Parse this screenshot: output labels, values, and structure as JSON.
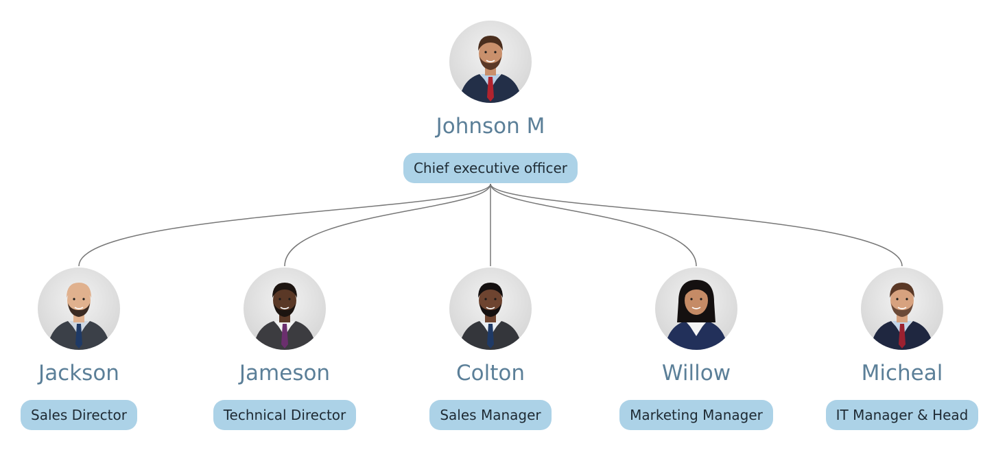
{
  "org_chart": {
    "root": {
      "name": "Johnson M",
      "role": "Chief executive officer",
      "avatar_icon": "person-portrait-icon",
      "colors": {
        "skin": "#c9906c",
        "hair": "#4a2e1e",
        "suit": "#232f48",
        "shirt": "#b7d0e8",
        "tie": "#b1232e",
        "beard": "#5a3826"
      }
    },
    "children": [
      {
        "name": "Jackson",
        "role": "Sales Director",
        "avatar_icon": "person-portrait-icon",
        "colors": {
          "skin": "#e0b18e",
          "hair": "#e0b18e",
          "suit": "#3b4048",
          "shirt": "#cfd8e2",
          "tie": "#1f3a66",
          "beard": "#3a2a22"
        }
      },
      {
        "name": "Jameson",
        "role": "Technical Director",
        "avatar_icon": "person-portrait-icon",
        "colors": {
          "skin": "#5a3826",
          "hair": "#1c1410",
          "suit": "#3c3c40",
          "shirt": "#f2f2f2",
          "tie": "#6b2f6e",
          "beard": "#1c1410"
        }
      },
      {
        "name": "Colton",
        "role": "Sales Manager",
        "avatar_icon": "person-portrait-icon",
        "colors": {
          "skin": "#6e4430",
          "hair": "#141010",
          "suit": "#34363b",
          "shirt": "#e9eef3",
          "tie": "#1f3a66",
          "beard": "#141010"
        }
      },
      {
        "name": "Willow",
        "role": "Marketing Manager",
        "avatar_icon": "person-portrait-icon",
        "colors": {
          "skin": "#c58b66",
          "hair": "#141010",
          "suit": "#22305a",
          "shirt": "#f4f4f4",
          "tie": "#f4f4f4",
          "beard": ""
        }
      },
      {
        "name": "Micheal",
        "role": "IT Manager & Head",
        "avatar_icon": "person-portrait-icon",
        "colors": {
          "skin": "#d7a27f",
          "hair": "#5a3826",
          "suit": "#1f2740",
          "shirt": "#c3d6ea",
          "tie": "#9b2130",
          "beard": "#6b4a38"
        }
      }
    ],
    "connector_color": "#777777",
    "label_color": "#5b7f98",
    "badge_color": "#acd2e7"
  }
}
